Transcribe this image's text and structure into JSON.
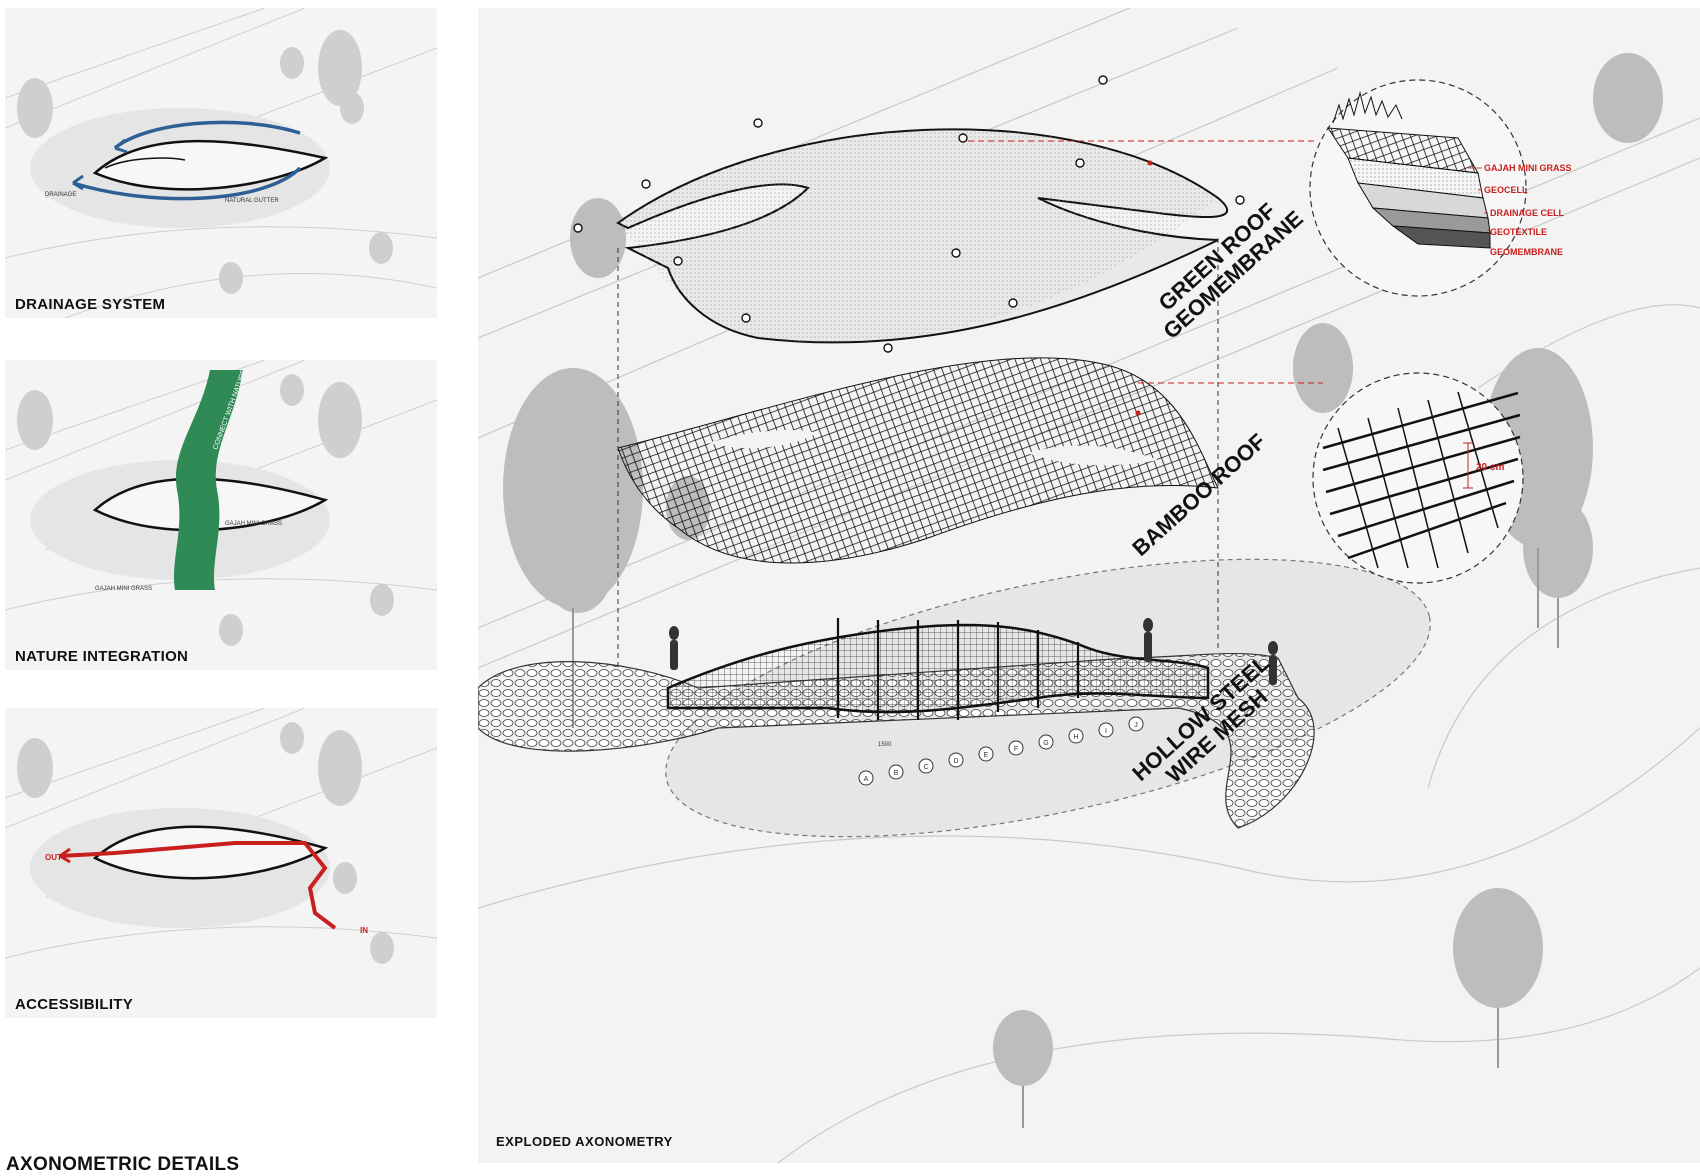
{
  "page_title": "AXONOMETRIC DETAILS",
  "panels": [
    {
      "title": "DRAINAGE SYSTEM",
      "annotations": [
        "DRAINAGE",
        "NATURAL GUTTER"
      ]
    },
    {
      "title": "NATURE INTEGRATION",
      "annotations": [
        "CONNECT WITH NATURE",
        "GAJAH MINI GRASS",
        "GAJAH MINI GRASS"
      ]
    },
    {
      "title": "ACCESSIBILITY",
      "annotations": [
        "OUT",
        "IN"
      ]
    }
  ],
  "main": {
    "title": "EXPLODED AXONOMETRY",
    "layers": [
      {
        "label_line1": "GREEN ROOF",
        "label_line2": "GEOMEMBRANE"
      },
      {
        "label_line1": "BAMBOO ROOF"
      },
      {
        "label_line1": "HOLLOW STEEL",
        "label_line2": "WIRE MESH"
      }
    ],
    "green_roof_layers": [
      "GAJAH MINI GRASS",
      "GEOCELL",
      "DRAINAGE CELL",
      "GEOTEXTILE",
      "GEOMEMBRANE"
    ],
    "bamboo_spacing": "20 cm",
    "grid_letters": [
      "A",
      "B",
      "C",
      "D",
      "E",
      "F",
      "G",
      "H",
      "I",
      "J"
    ],
    "dimension": "1500"
  },
  "colors": {
    "drainage_arrow": "#2e5f95",
    "nature_band": "#2f8a55",
    "access_path": "#c8201e",
    "detail_red": "#c8201e",
    "tree_grey": "#bdbdbd"
  }
}
